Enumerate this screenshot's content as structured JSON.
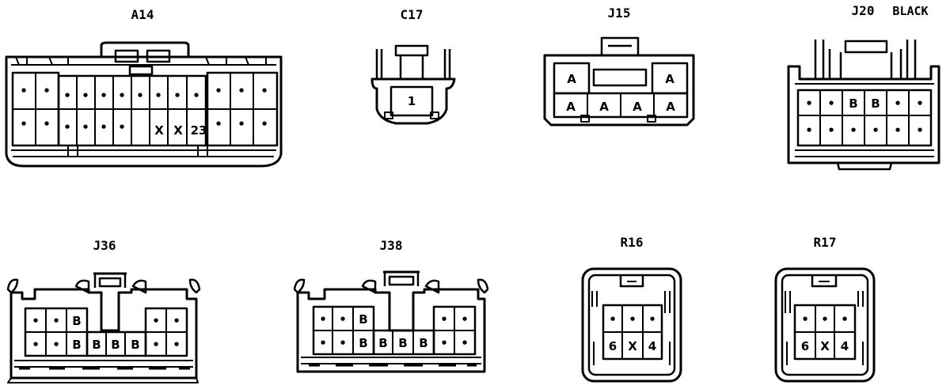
{
  "connectors": {
    "a14": {
      "label": "A14",
      "rows": [
        [
          "•",
          "•",
          "•",
          "•",
          "•",
          "•",
          "•",
          "•",
          "•",
          "•",
          "•",
          "•",
          "•"
        ],
        [
          "•",
          "•",
          "•",
          "•",
          "•",
          "•",
          "X",
          "X",
          "23",
          "•",
          "•",
          "•"
        ]
      ]
    },
    "c17": {
      "label": "C17",
      "pins": [
        "1"
      ]
    },
    "j15": {
      "label": "J15",
      "rows": [
        [
          "A",
          "",
          "A"
        ],
        [
          "A",
          "A",
          "A",
          "A"
        ]
      ]
    },
    "j20": {
      "label": "J20",
      "color_note": "BLACK",
      "rows": [
        [
          "•",
          "•",
          "B",
          "B",
          "•",
          "•"
        ],
        [
          "•",
          "•",
          "•",
          "•",
          "•",
          "•"
        ]
      ]
    },
    "j36": {
      "label": "J36",
      "rows": [
        [
          "•",
          "•",
          "B",
          "",
          "",
          "•",
          "•"
        ],
        [
          "•",
          "•",
          "B",
          "B",
          "B",
          "B",
          "•",
          "•"
        ]
      ]
    },
    "j38": {
      "label": "J38",
      "rows": [
        [
          "•",
          "•",
          "B",
          "",
          "",
          "•",
          "•"
        ],
        [
          "•",
          "•",
          "B",
          "B",
          "B",
          "B",
          "•",
          "•"
        ]
      ]
    },
    "r16": {
      "label": "R16",
      "rows": [
        [
          "•",
          "•",
          "•"
        ],
        [
          "6",
          "X",
          "4"
        ]
      ]
    },
    "r17": {
      "label": "R17",
      "rows": [
        [
          "•",
          "•",
          "•"
        ],
        [
          "6",
          "X",
          "4"
        ]
      ]
    }
  }
}
